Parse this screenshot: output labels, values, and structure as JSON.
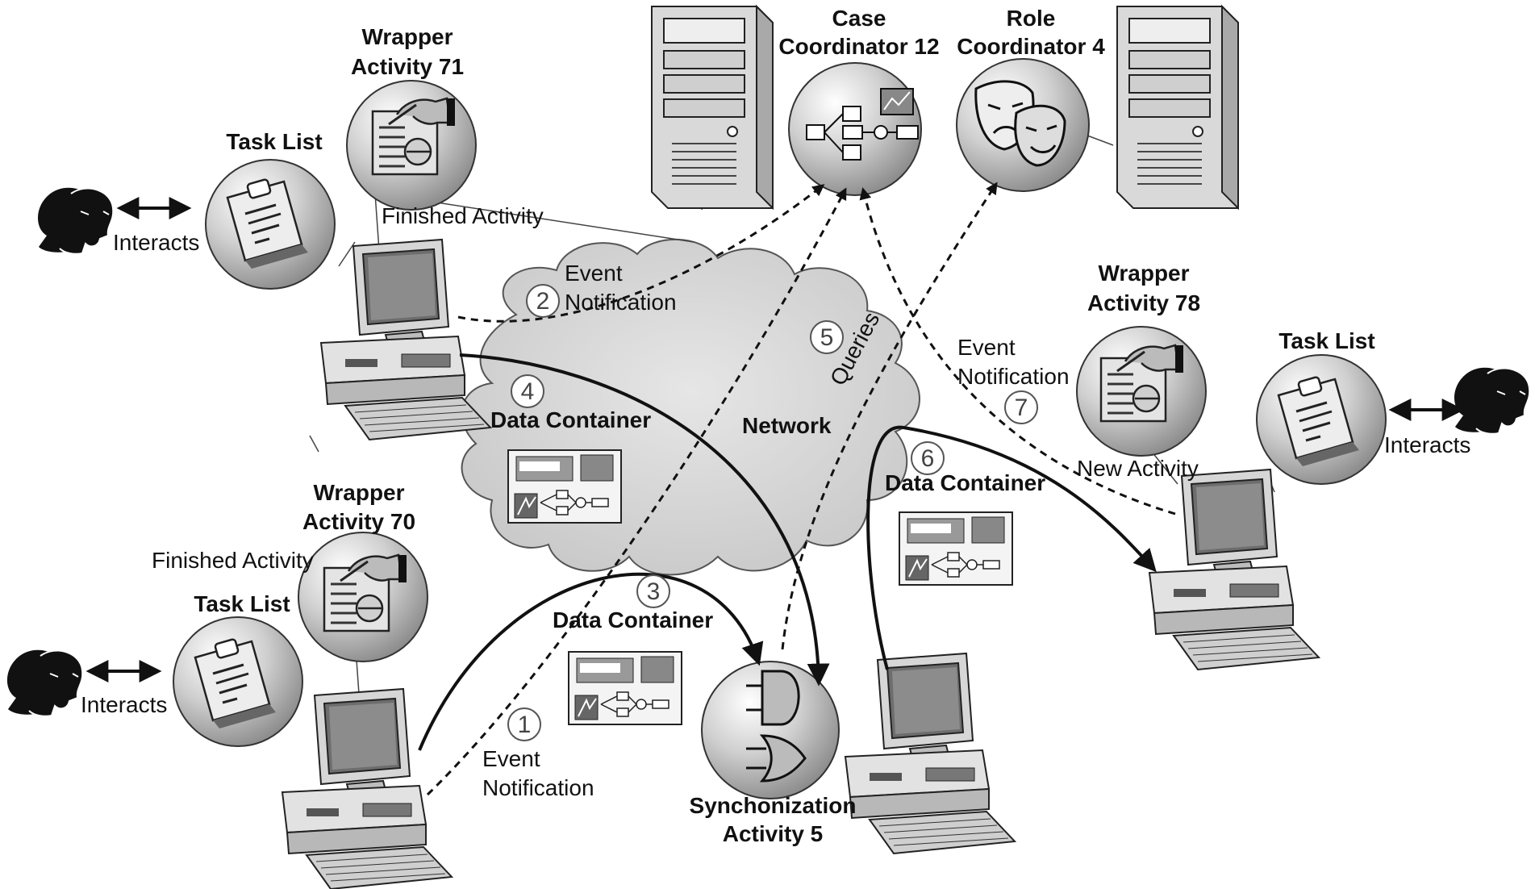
{
  "network": {
    "label": "Network"
  },
  "case_coordinator": {
    "line1": "Case",
    "line2": "Coordinator 12"
  },
  "role_coordinator": {
    "line1": "Role",
    "line2": "Coordinator 4"
  },
  "wrapper71": {
    "line1": "Wrapper",
    "line2": "Activity 71",
    "status": "Finished Activity"
  },
  "wrapper70": {
    "line1": "Wrapper",
    "line2": "Activity 70",
    "status": "Finished Activity"
  },
  "wrapper78": {
    "line1": "Wrapper",
    "line2": "Activity 78",
    "status": "New  Activity"
  },
  "task_list_label": "Task List",
  "interacts_label": "Interacts",
  "data_container_label": "Data Container",
  "sync": {
    "line1": "Synchonization",
    "line2": "Activity 5"
  },
  "steps": {
    "s1": {
      "num": "1",
      "line1": "Event",
      "line2": "Notification"
    },
    "s2": {
      "num": "2",
      "line1": "Event",
      "line2": "Notification"
    },
    "s3": {
      "num": "3"
    },
    "s4": {
      "num": "4"
    },
    "s5": {
      "num": "5",
      "label": "Queries"
    },
    "s6": {
      "num": "6"
    },
    "s7": {
      "num": "7",
      "line1": "Event",
      "line2": "Notification"
    }
  },
  "colors": {
    "ink": "#111111",
    "cloud": "#d9d9d9",
    "sphere": "#9a9a9a",
    "device": "#cfcfcf"
  }
}
